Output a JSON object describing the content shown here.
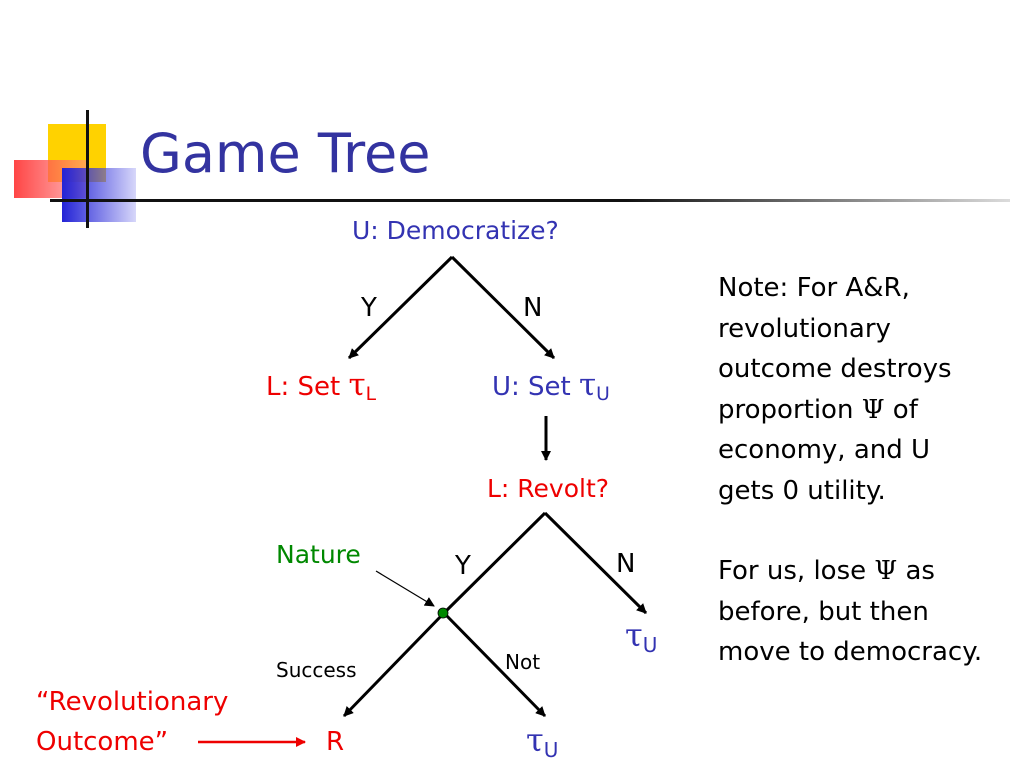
{
  "slide": {
    "title": "Game Tree"
  },
  "tree": {
    "root": "U: Democratize?",
    "root_yes": "Y",
    "root_no": "N",
    "left_node_prefix": "L: Set ",
    "left_node_tau": "τ",
    "left_node_sub": "L",
    "right_node_prefix": "U: Set ",
    "right_node_tau": "τ",
    "right_node_sub": "U",
    "revolt_node": "L: Revolt?",
    "revolt_yes": "Y",
    "revolt_no": "N",
    "nature_label": "Nature",
    "no_revolt_tau": "τ",
    "no_revolt_sub": "U",
    "success_label": "Success",
    "not_label": "Not",
    "not_tau": "τ",
    "not_sub": "U",
    "outcome_line1": "“Revolutionary",
    "outcome_line2": "Outcome”",
    "outcome_result": "R"
  },
  "notes": {
    "note1_lines": [
      "Note: For A&R,",
      "revolutionary",
      "outcome destroys"
    ],
    "note1_line4_a": "proportion ",
    "psi": "Ψ",
    "note1_line4_b": " of",
    "note1_lines_rest": [
      "economy, and U",
      "gets 0 utility."
    ],
    "note2_line1_a": "For us, lose ",
    "note2_line1_b": " as",
    "note2_lines_rest": [
      "before, but then",
      "move to democracy."
    ]
  },
  "colors": {
    "title": "#3333a0",
    "blue_text": "#3333b2",
    "red_text": "#ee0000",
    "green_text": "#008800",
    "nature_node": "#008800",
    "deco_yellow": "#ffd200",
    "deco_red": "#ff3333",
    "deco_blue": "#2323d6"
  }
}
